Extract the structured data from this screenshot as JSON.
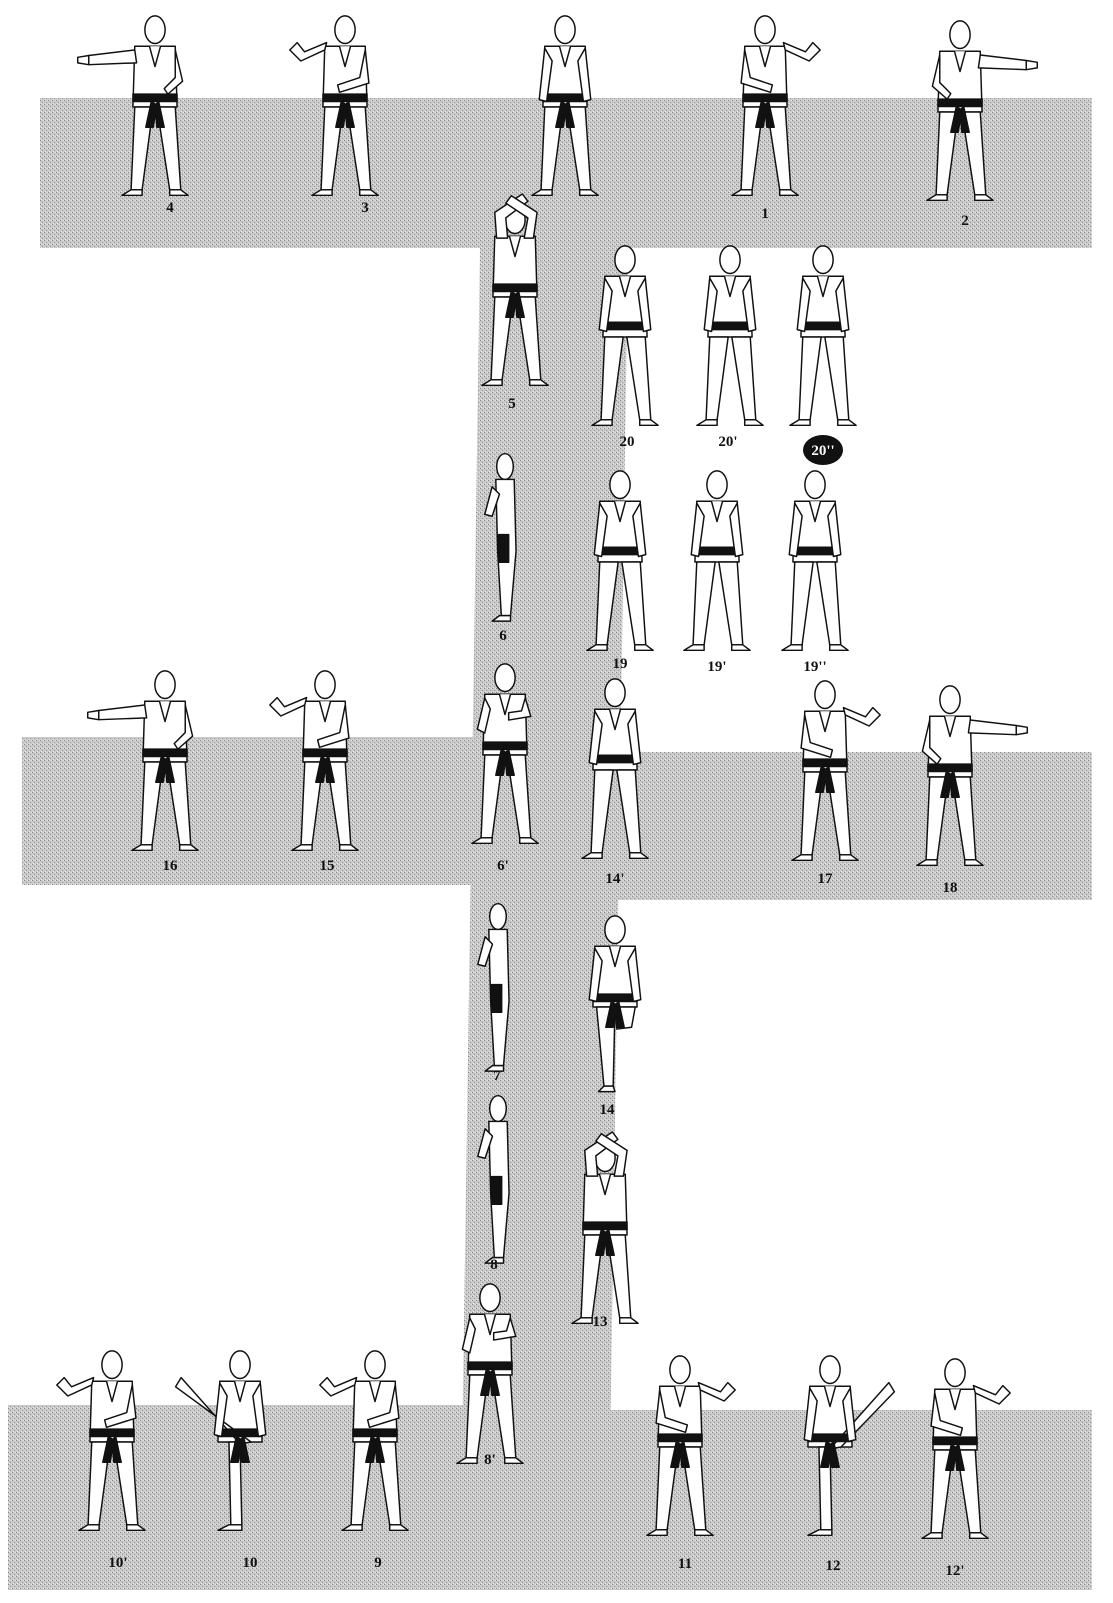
{
  "colors": {
    "mat": "#b5b5b5",
    "ink": "#111111",
    "gi": "#ffffff",
    "belt": "#111111",
    "badge": "#111111"
  },
  "positions": [
    {
      "label": "4",
      "pose": "punch-left"
    },
    {
      "label": "3",
      "pose": "guard-left"
    },
    {
      "label": "",
      "pose": "ready"
    },
    {
      "label": "1",
      "pose": "guard-right"
    },
    {
      "label": "2",
      "pose": "punch-right"
    },
    {
      "label": "5",
      "pose": "high-block"
    },
    {
      "label": "20",
      "pose": "back"
    },
    {
      "label": "20'",
      "pose": "back"
    },
    {
      "label": "20''",
      "pose": "back",
      "highlight": true
    },
    {
      "label": "6",
      "pose": "side-turn"
    },
    {
      "label": "19",
      "pose": "back"
    },
    {
      "label": "19'",
      "pose": "back"
    },
    {
      "label": "19''",
      "pose": "back"
    },
    {
      "label": "16",
      "pose": "punch-left"
    },
    {
      "label": "15",
      "pose": "guard-left"
    },
    {
      "label": "6'",
      "pose": "front-block"
    },
    {
      "label": "14'",
      "pose": "back"
    },
    {
      "label": "17",
      "pose": "guard-right"
    },
    {
      "label": "18",
      "pose": "punch-right"
    },
    {
      "label": "7",
      "pose": "side-kick"
    },
    {
      "label": "14",
      "pose": "knee-lift"
    },
    {
      "label": "8",
      "pose": "side-kick"
    },
    {
      "label": "13",
      "pose": "high-block"
    },
    {
      "label": "8'",
      "pose": "front-block"
    },
    {
      "label": "10'",
      "pose": "guard-left"
    },
    {
      "label": "10",
      "pose": "kick-left"
    },
    {
      "label": "9",
      "pose": "guard-left"
    },
    {
      "label": "11",
      "pose": "guard-right"
    },
    {
      "label": "12",
      "pose": "kick-right"
    },
    {
      "label": "12'",
      "pose": "guard-right"
    }
  ]
}
